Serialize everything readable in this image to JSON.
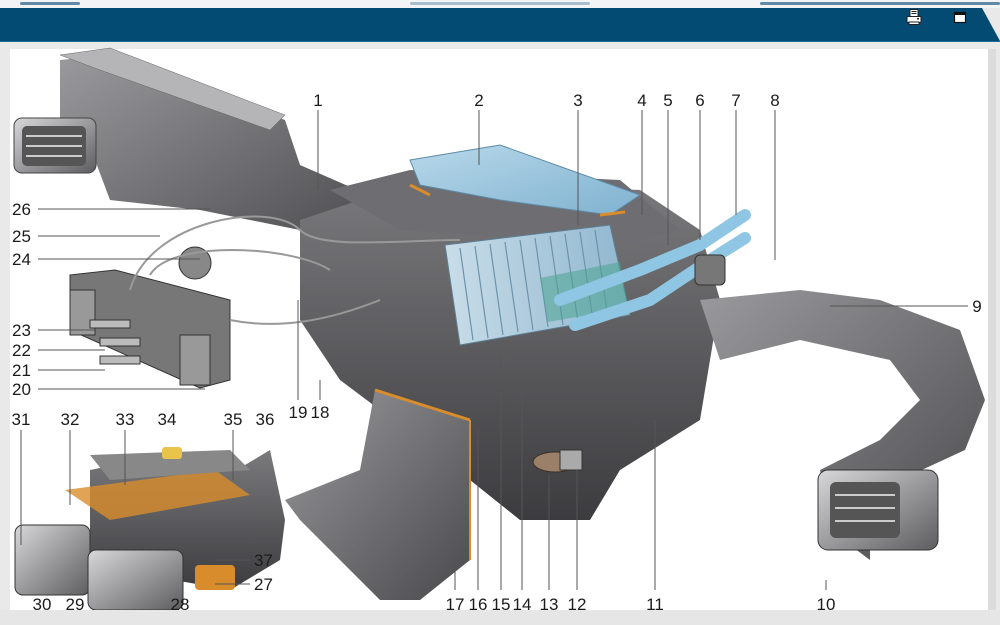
{
  "window": {
    "toolbar_icons": [
      "print-icon",
      "maximize-window-icon"
    ]
  },
  "diagram": {
    "subject": "heater-and-ventilation-assembly",
    "colors": {
      "titlebar": "#034b72",
      "duct": "#5b5b5e",
      "radiator": "#a9cbe0",
      "seal": "#d98c2b",
      "pipe": "#8ec6e3"
    },
    "callouts": {
      "c1": "1",
      "c2": "2",
      "c3": "3",
      "c4": "4",
      "c5": "5",
      "c6": "6",
      "c7": "7",
      "c8": "8",
      "c9": "9",
      "c10": "10",
      "c11": "11",
      "c12": "12",
      "c13": "13",
      "c14": "14",
      "c15": "15",
      "c16": "16",
      "c17": "17",
      "c18": "18",
      "c19": "19",
      "c20": "20",
      "c21": "21",
      "c22": "22",
      "c23": "23",
      "c24": "24",
      "c25": "25",
      "c26": "26",
      "c27": "27",
      "c28": "28",
      "c29": "29",
      "c30": "30",
      "c31": "31",
      "c32": "32",
      "c33": "33",
      "c34": "34",
      "c35": "35",
      "c36": "36",
      "c37": "37"
    }
  }
}
